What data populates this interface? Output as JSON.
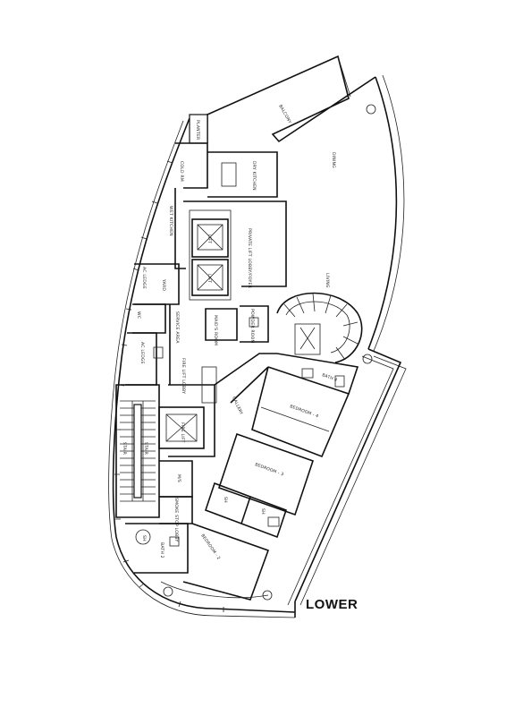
{
  "plan_label": "LOWER",
  "rooms": {
    "balcony": "BALCONY",
    "planter": "PLANTER",
    "dining": "DINING",
    "dry_kitchen": "DRY KITCHEN",
    "cold_rm": "COLD RM",
    "wet_kitchen": "WET KITCHEN",
    "lift_a": "LIFT",
    "lift_b": "LIFT",
    "private_lift_lobby": "PRIVATE LIFT LOBBY/FOYER",
    "living": "LIVING",
    "ac_ledge_1": "AC LEDGE",
    "yard": "YARD",
    "wc": "WC",
    "service_area": "SERVICE AREA",
    "maids_room": "MAID'S ROOM",
    "powder_room": "POWDER ROOM",
    "ac_ledge_2": "AC LEDGE",
    "fire_lift_lobby": "FIRE LIFT LOBBY",
    "fire_lift": "FIRE LIFT",
    "gallery": "GALLERY",
    "bedroom_4": "BEDROOM - 4",
    "bath_4": "BATH 4",
    "stair_1": "STAIR",
    "stair_2": "STAIR",
    "ms": "M/S",
    "bedroom_3": "BEDROOM - 3",
    "sh_1": "SH",
    "sh_2": "SH",
    "smoke_stop_lobby": "SMOKE STOP LOBBY",
    "bath_2": "BATH 2",
    "sh_3": "SH",
    "bedroom_2": "BEDROOM - 2"
  }
}
